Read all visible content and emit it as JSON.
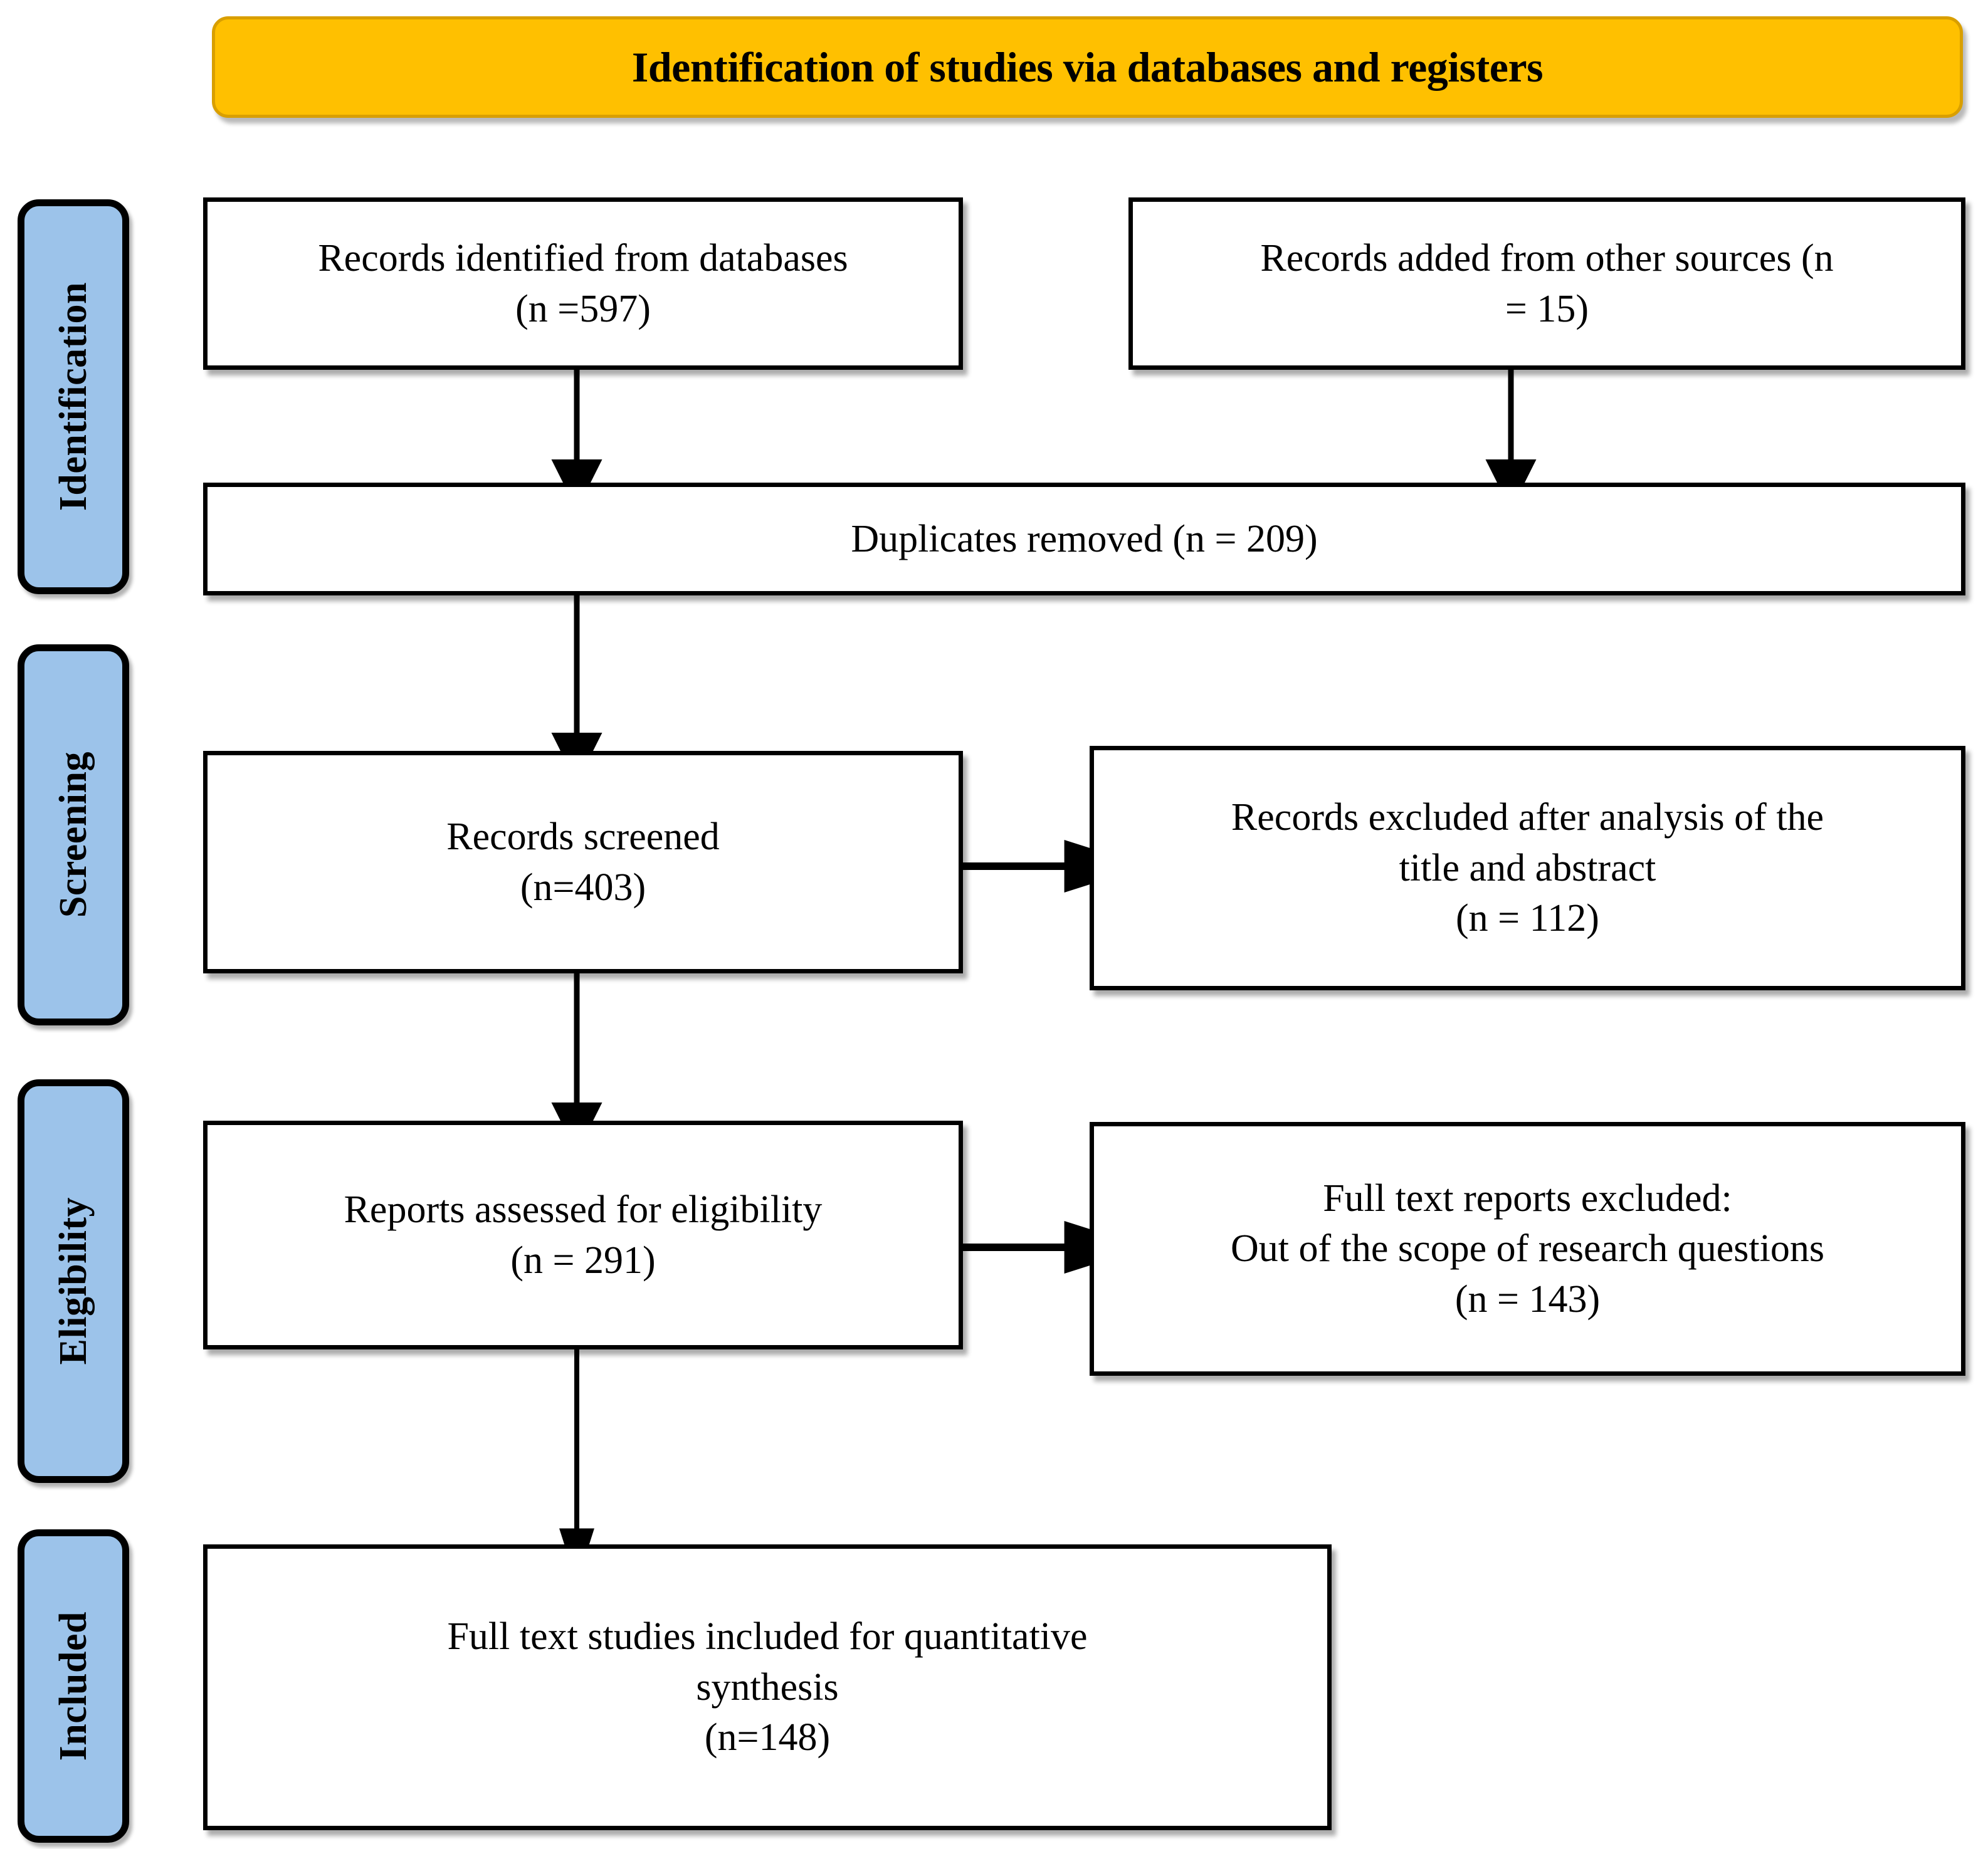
{
  "banner": {
    "title": "Identification of studies via databases and registers",
    "bg_color": "#FFC000",
    "text_color": "#000000"
  },
  "stages": [
    {
      "label": "Identification",
      "color": "#9CC3EA"
    },
    {
      "label": "Screening",
      "color": "#9CC3EA"
    },
    {
      "label": "Eligibility",
      "color": "#9CC3EA"
    },
    {
      "label": "Included",
      "color": "#9CC3EA"
    }
  ],
  "boxes": {
    "records_identified": "Records identified from databases\n(n =597)",
    "records_added": "Records added from other sources (n\n= 15)",
    "duplicates_removed": "Duplicates removed (n = 209)",
    "records_screened": "Records screened\n(n=403)",
    "records_excluded": "Records excluded after analysis of the\ntitle and abstract\n(n = 112)",
    "reports_assessed": "Reports assessed for eligibility\n(n = 291)",
    "fulltext_excluded": "Full text reports excluded:\nOut of the scope of research questions\n(n = 143)",
    "studies_included": "Full text studies included for quantitative\nsynthesis\n(n=148)"
  },
  "flow_counts": {
    "records_identified_from_databases": 597,
    "records_added_from_other_sources": 15,
    "duplicates_removed": 209,
    "records_screened": 403,
    "records_excluded_title_abstract": 112,
    "reports_assessed_for_eligibility": 291,
    "full_text_reports_excluded": 143,
    "studies_included_quantitative_synthesis": 148
  }
}
